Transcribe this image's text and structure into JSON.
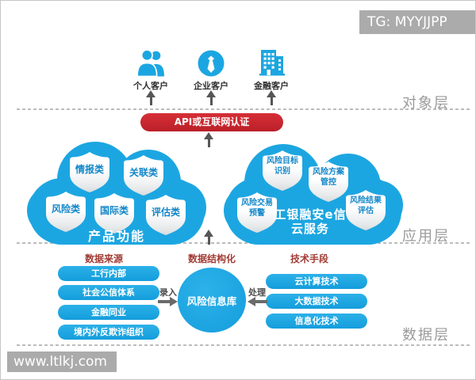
{
  "watermarks": {
    "top_right": "TG: MYYJJPP",
    "bottom_left": "www.ltlkj.com"
  },
  "layer_labels": {
    "object_layer": "对象层",
    "application_layer": "应用层",
    "data_layer": "数据层"
  },
  "customers": {
    "personal": {
      "label": "个人客户",
      "icon": "users-icon"
    },
    "enterprise": {
      "label": "企业客户",
      "icon": "tie-badge-icon"
    },
    "financial": {
      "label": "金融客户",
      "icon": "building-icon"
    }
  },
  "auth_banner": {
    "label": "API或互联网认证"
  },
  "clouds": {
    "left": {
      "title": "产品功能",
      "shields": [
        "情报类",
        "关联类",
        "风险类",
        "国际类",
        "评估类"
      ]
    },
    "right": {
      "title": "工银融安e信\n云服务",
      "shields": [
        "风险目标\n识别",
        "风险方案\n管控",
        "风险交易\n预警",
        "风险结果\n评估"
      ]
    }
  },
  "data_layer": {
    "source": {
      "header": "数据来源",
      "items": [
        "工行内部",
        "社会公信体系",
        "金融同业",
        "境内外反欺诈组织"
      ]
    },
    "structuring": {
      "header": "数据结构化",
      "database": "风险信息库",
      "input_label": "录入",
      "process_label": "处理"
    },
    "tech": {
      "header": "技术手段",
      "items": [
        "云计算技术",
        "大数据技术",
        "信息化技术"
      ]
    }
  },
  "colors": {
    "primary_blue": "#1ca6e1",
    "banner_red": "#c8242f",
    "header_red": "#a23b35",
    "label_gray": "#9a9a9a",
    "watermark_gray": "#ababab"
  }
}
